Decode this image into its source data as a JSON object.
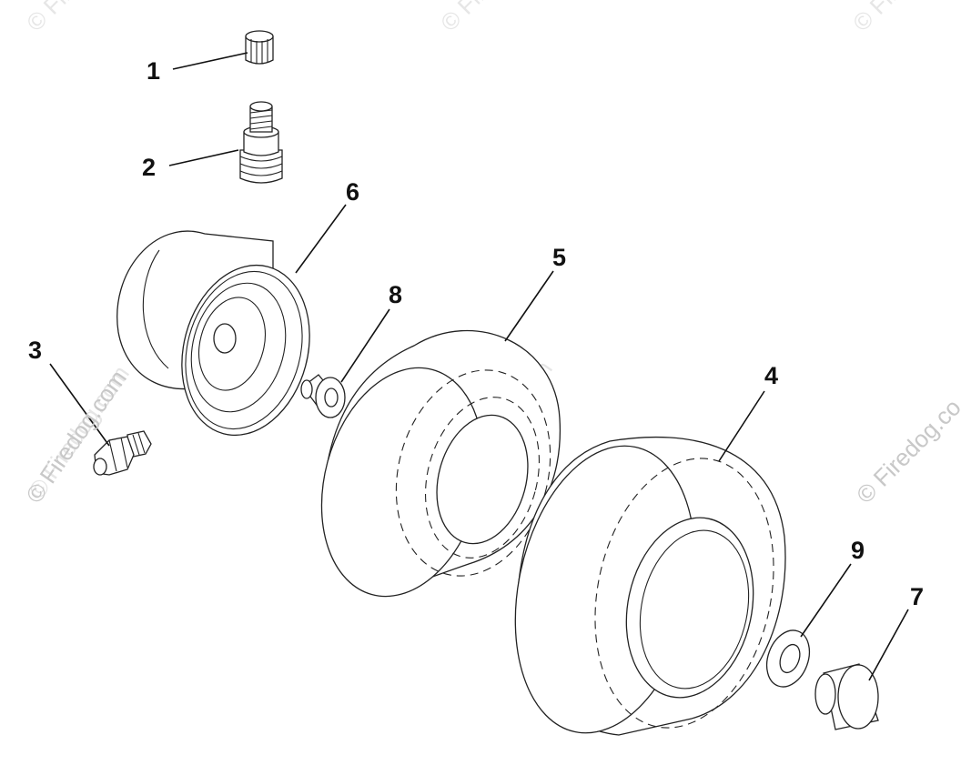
{
  "callouts": [
    {
      "number": "1"
    },
    {
      "number": "2"
    },
    {
      "number": "3"
    },
    {
      "number": "4"
    },
    {
      "number": "5"
    },
    {
      "number": "6"
    },
    {
      "number": "7"
    },
    {
      "number": "8"
    },
    {
      "number": "9"
    }
  ],
  "watermark": {
    "main": "© Firedog.com",
    "corner": "© Fire",
    "edge": "© Firedog.co",
    "faint": "© Firedog.com"
  },
  "colors": {
    "line": "#111111",
    "watermark": "#c8c8c8",
    "background": "#ffffff"
  }
}
